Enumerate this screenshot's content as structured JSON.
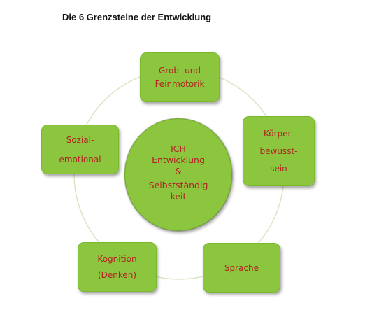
{
  "title": "Die 6 Grenzsteine der Entwicklung",
  "center": {
    "lines": [
      "ICH",
      "Entwicklung",
      "&",
      "Selbstständig",
      "keit"
    ]
  },
  "nodes": {
    "grob_feinmotorik": [
      "Grob- und",
      "Feinmotorik"
    ],
    "koerperbewusstsein": [
      "Körper-",
      "bewusst-",
      "sein"
    ],
    "sprache": [
      "Sprache"
    ],
    "kognition": [
      "Kognition",
      "(Denken)"
    ],
    "sozial_emotional": [
      "Sozial-",
      "emotional"
    ]
  },
  "colors": {
    "box_fill": "#8cc63f",
    "text": "#b22222",
    "ring": "#d9e6c2"
  }
}
